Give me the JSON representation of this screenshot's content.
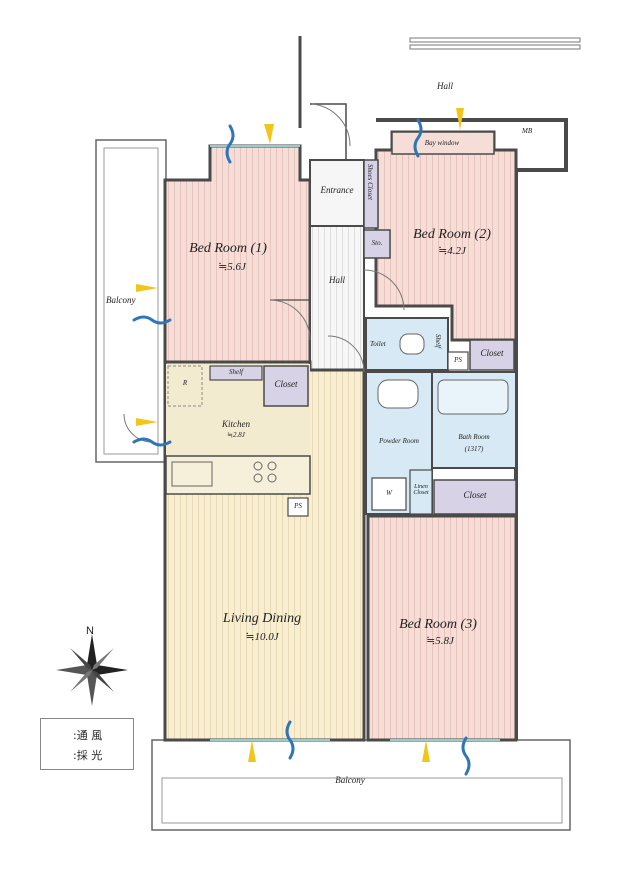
{
  "colors": {
    "bedroom": "#f6ded8",
    "living": "#f8eed2",
    "kitchen": "#f3ebcf",
    "hall": "#f6f6f6",
    "closet": "#d7d2e6",
    "bath": "#d7e9f4",
    "wall": "#4a4a4a",
    "wind": "#2f76b8",
    "light": "#f1c61c"
  },
  "rooms": {
    "bedroom1": {
      "name": "Bed Room (1)",
      "size": "≒5.6J"
    },
    "bedroom2": {
      "name": "Bed Room (2)",
      "size": "≒4.2J"
    },
    "bedroom3": {
      "name": "Bed Room (3)",
      "size": "≒5.8J"
    },
    "living": {
      "name": "Living Dining",
      "size": "≒10.0J"
    },
    "kitchen": {
      "name": "Kitchen",
      "size": "≒2.8J"
    },
    "bath": {
      "name": "Bath Room",
      "size": "(1317)"
    }
  },
  "labels": {
    "hall_outside": "Hall",
    "hall_inside": "Hall",
    "mb": "MB",
    "bay_window": "Bay window",
    "entrance": "Entrance",
    "shoes_closet": "Shoes Closet",
    "storage": "Sto.",
    "balcony_side": "Balcony",
    "balcony_bottom": "Balcony",
    "toilet": "Toilet",
    "shelf_toilet": "Shelf",
    "ps_toilet": "PS",
    "closet_bed2": "Closet",
    "shelf_kitchen": "Shelf",
    "closet_kitchen": "Closet",
    "refrigerator": "R",
    "powder_room": "Powder Room",
    "washer": "W",
    "linen_closet": "Linen Closet",
    "closet_bed3": "Closet",
    "ps_living": "PS"
  },
  "compass": {
    "north": "N"
  },
  "legend": {
    "wind": ":通 風",
    "light": ":採 光"
  }
}
